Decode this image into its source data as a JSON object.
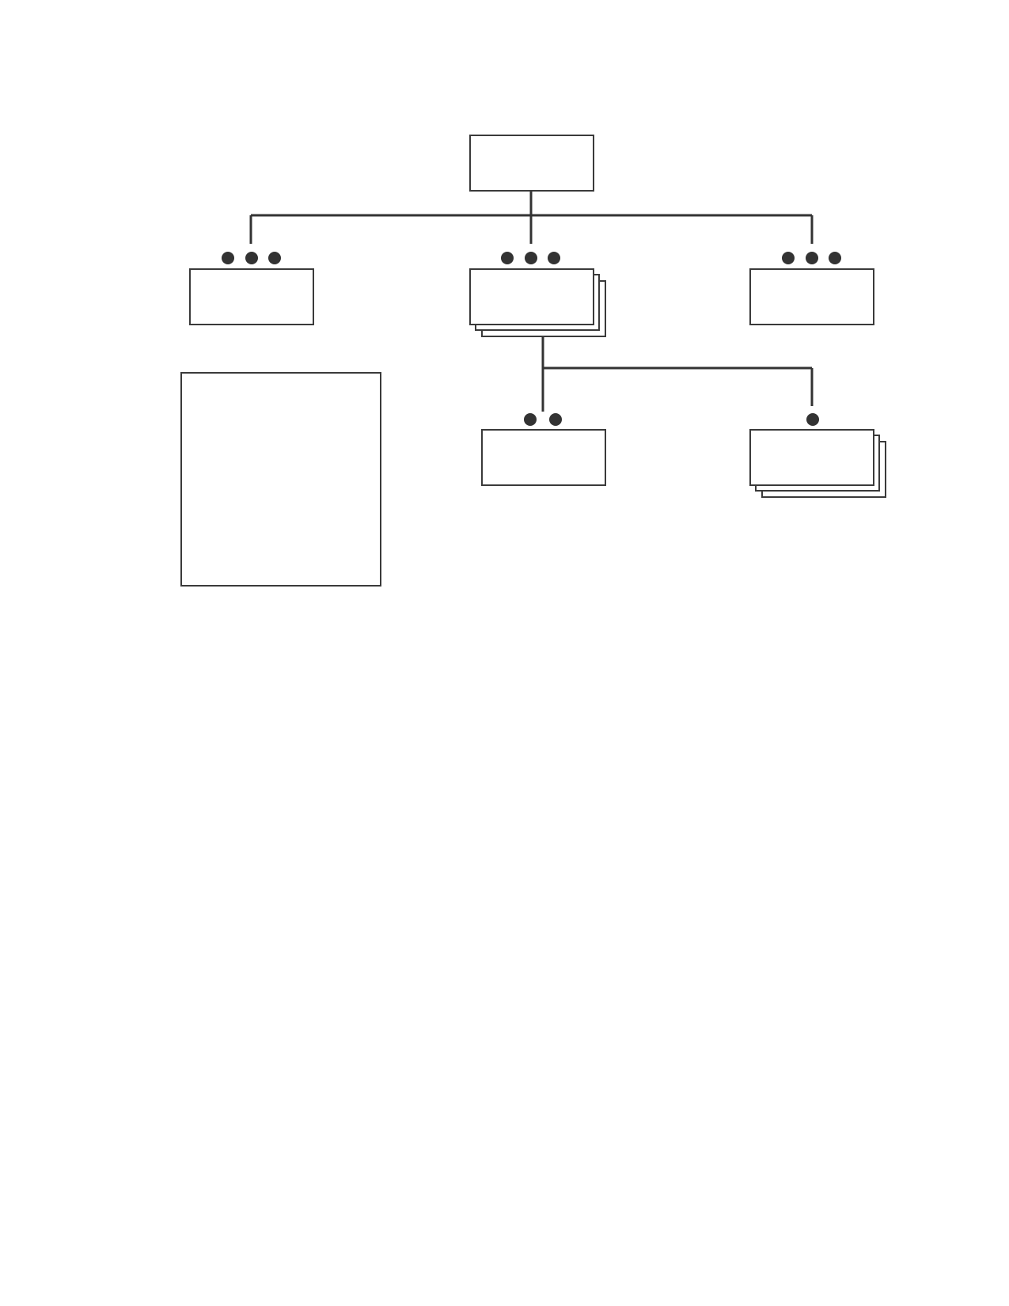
{
  "diagram": {
    "type": "org-chart-template",
    "stroke_color": "#333333",
    "background": "#ffffff",
    "nodes": [
      {
        "id": "root",
        "text": "",
        "stacked": false,
        "marker_dots": 0
      },
      {
        "id": "left",
        "text": "",
        "stacked": false,
        "marker_dots": 3
      },
      {
        "id": "middle",
        "text": "",
        "stacked": true,
        "marker_dots": 3
      },
      {
        "id": "right",
        "text": "",
        "stacked": false,
        "marker_dots": 3
      },
      {
        "id": "middle-child-left",
        "text": "",
        "stacked": false,
        "marker_dots": 2
      },
      {
        "id": "middle-child-right",
        "text": "",
        "stacked": true,
        "marker_dots": 1
      }
    ],
    "edges": [
      {
        "from": "root",
        "to": "left"
      },
      {
        "from": "root",
        "to": "middle"
      },
      {
        "from": "root",
        "to": "right"
      },
      {
        "from": "middle",
        "to": "middle-child-left"
      },
      {
        "from": "middle",
        "to": "middle-child-right"
      }
    ],
    "side_panel": {
      "text": ""
    }
  }
}
